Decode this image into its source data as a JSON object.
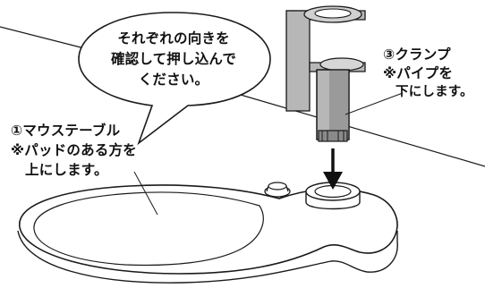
{
  "speech_bubble": {
    "lines": [
      "それぞれの向きを",
      "確認して押し込んで",
      "ください。"
    ]
  },
  "label_clamp": {
    "lines": [
      "③クランプ",
      "※パイプを",
      "下にします。"
    ]
  },
  "label_mouse_table": {
    "lines": [
      "①マウステーブル",
      "※パッドのある方を",
      "上にします。"
    ]
  },
  "colors": {
    "line": "#1a1a1a",
    "clamp_gray": "#b7b7b7",
    "clamp_dark": "#8a8a8a",
    "white": "#ffffff"
  }
}
